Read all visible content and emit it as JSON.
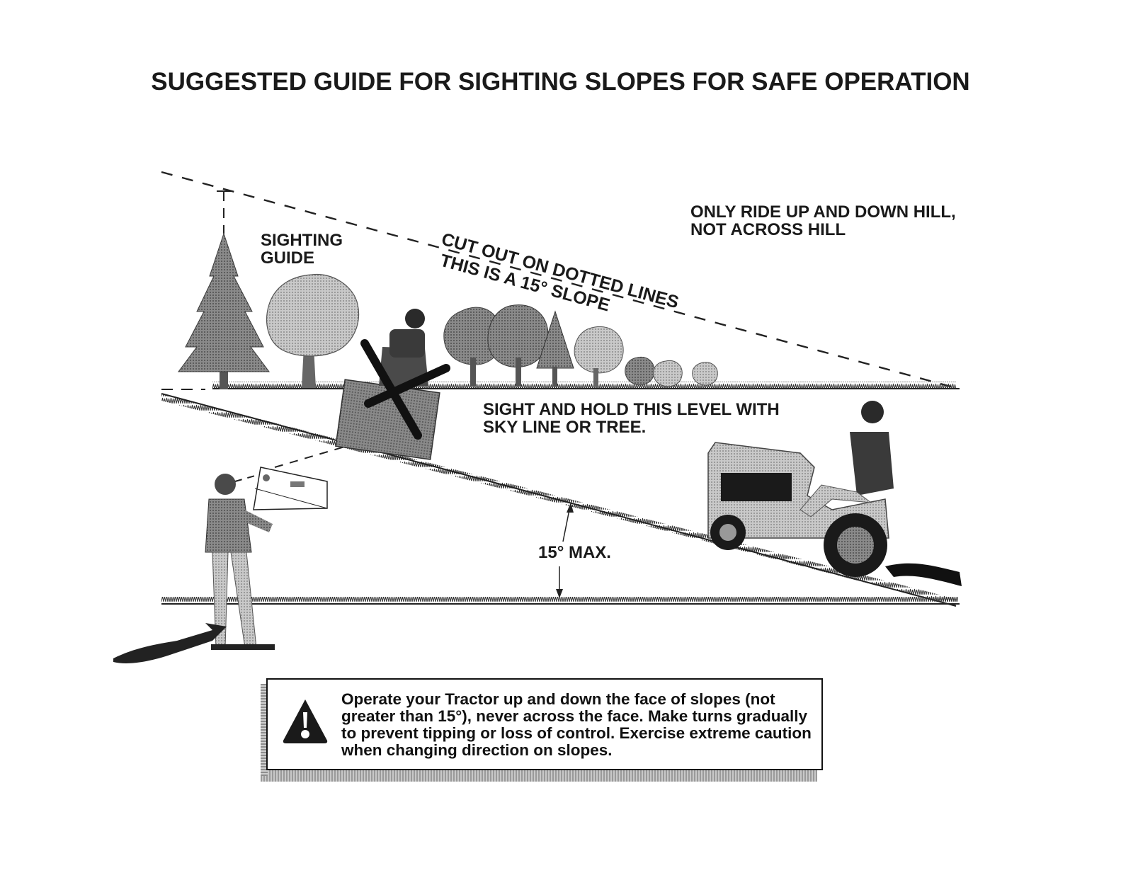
{
  "page": {
    "title": "SUGGESTED GUIDE FOR SIGHTING SLOPES FOR SAFE OPERATION"
  },
  "diagram": {
    "sighting_guide_line1": "SIGHTING",
    "sighting_guide_line2": "GUIDE",
    "cut_out_label": "CUT OUT ON DOTTED LINES",
    "slope_label": "THIS IS A 15° SLOPE",
    "ride_note_line1": "ONLY RIDE UP AND DOWN HILL,",
    "ride_note_line2": "NOT ACROSS HILL",
    "sight_note_line1": "SIGHT AND HOLD THIS LEVEL WITH",
    "sight_note_line2": "SKY LINE OR TREE.",
    "max_angle_label": "15° MAX."
  },
  "warning": {
    "icon": "warning-triangle-icon",
    "text": "Operate your Tractor up and down the face of slopes (not greater than 15°), never across the face. Make turns gradually to prevent tipping or loss of control. Exercise extreme caution when changing direction on slopes."
  },
  "colors": {
    "ink": "#1a1a1a",
    "tree": "#6e6e6e",
    "tree_dark": "#4a4a4a",
    "grass": "#333333"
  }
}
